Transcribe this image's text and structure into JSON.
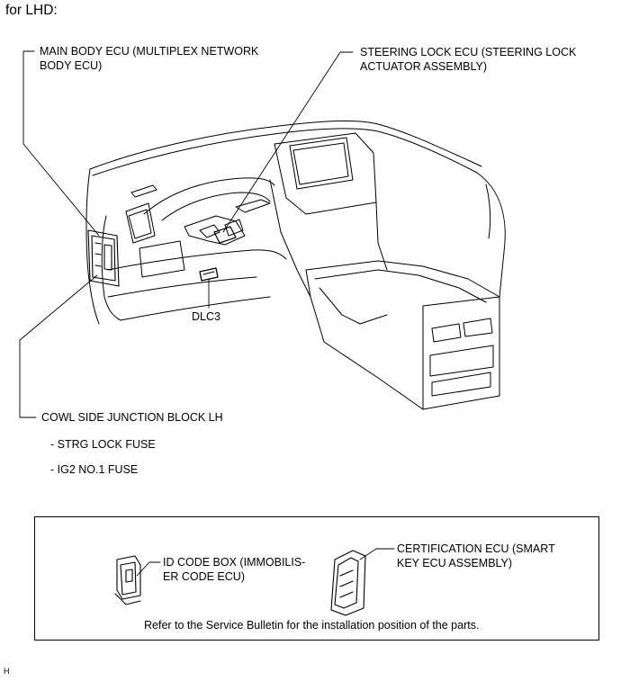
{
  "heading": "for LHD:",
  "labels": {
    "main_body_ecu": [
      "MAIN BODY ECU (MULTIPLEX NETWORK",
      "BODY ECU)"
    ],
    "steering_lock_ecu": [
      "STEERING LOCK ECU (STEERING LOCK",
      "ACTUATOR ASSEMBLY)"
    ],
    "dlc3": "DLC3",
    "cowl_side_jb": "COWL SIDE JUNCTION BLOCK LH",
    "fuses": [
      "- STRG LOCK FUSE",
      "- IG2 NO.1 FUSE"
    ]
  },
  "legend": {
    "id_code_box": [
      "ID CODE BOX (IMMOBILIS-",
      "ER CODE ECU)"
    ],
    "certification_ecu": [
      "CERTIFICATION ECU (SMART",
      "KEY ECU ASSEMBLY)"
    ],
    "note": "Refer to the Service Bulletin for the installation position of the parts."
  },
  "footer_code": "H"
}
